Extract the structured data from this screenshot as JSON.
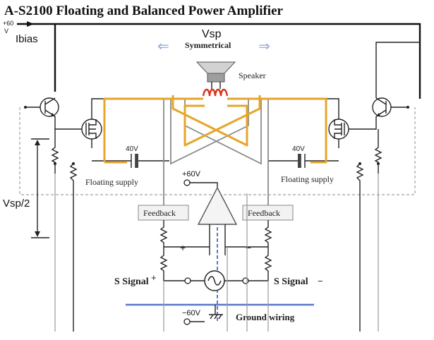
{
  "title": "A-S2100 Floating and Balanced Power Amplifier",
  "labels": {
    "plus60v_top": "+60",
    "plus60v_top_unit": "V",
    "ibias": "Ibias",
    "vsp": "Vsp",
    "symmetrical": "Symmetrical",
    "speaker": "Speaker",
    "vsp_half": "Vsp/2",
    "left_40v": "40V",
    "right_40v": "40V",
    "floating_supply_left": "Floating supply",
    "floating_supply_right": "Floating supply",
    "plus60v_mid": "+60V",
    "feedback_left": "Feedback",
    "feedback_right": "Feedback",
    "plus_sign": "+",
    "minus_sign": "−",
    "s_signal_left": "S Signal",
    "s_signal_left_sign": "+",
    "s_signal_right": "S Signal",
    "s_signal_right_sign": "−",
    "minus60v": "−60V",
    "ground_wiring": "Ground wiring"
  },
  "icons": {
    "left_arrow": "⇐",
    "right_arrow": "⇒"
  },
  "colors": {
    "current_path": "#e6a52b",
    "speaker_coil": "#d9341f",
    "ground_wiring": "#5b78c9"
  }
}
